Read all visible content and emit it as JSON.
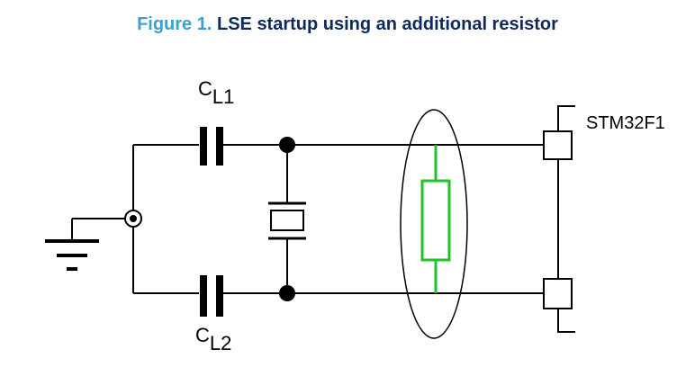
{
  "figure": {
    "label": "Figure 1.",
    "title": "LSE startup using an additional resistor"
  },
  "labels": {
    "cl1_main": "C",
    "cl1_sub": "L1",
    "cl2_main": "C",
    "cl2_sub": "L2",
    "chip": "STM32F1"
  },
  "colors": {
    "caption_label": "#3ba0d4",
    "caption_title": "#0d2a5c",
    "resistor": "#22c22a",
    "wire": "#000000"
  }
}
